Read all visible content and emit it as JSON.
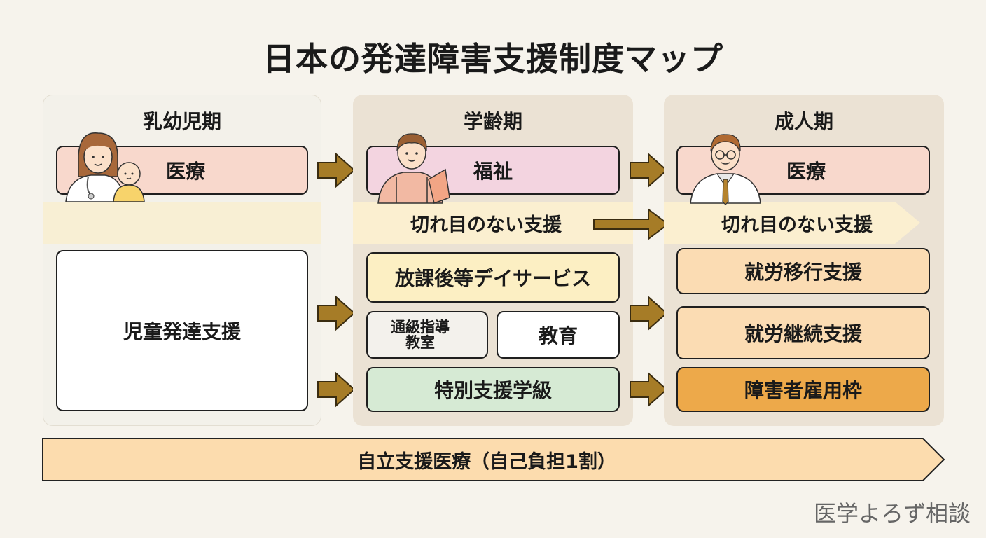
{
  "title": "日本の発達障害支援制度マップ",
  "columns": {
    "infant": {
      "title": "乳幼児期",
      "medical": "医療",
      "child_dev": "児童発達支援"
    },
    "school": {
      "title": "学齢期",
      "welfare": "福祉",
      "band": "切れ目のない支援",
      "after_school": "放課後等デイサービス",
      "resource_room_line1": "通級指導",
      "resource_room_line2": "教室",
      "education": "教育",
      "special_class": "特別支援学級"
    },
    "adult": {
      "title": "成人期",
      "medical": "医療",
      "band": "切れ目のない支援",
      "transition": "就労移行支援",
      "continuation": "就労継続支援",
      "employment": "障害者雇用枠"
    }
  },
  "bottom_banner": "自立支援医療（自己負担1割）",
  "watermark": "医学よろず相談",
  "colors": {
    "arrow": "#a67c27",
    "medical": "#f8d8cc",
    "welfare": "#f3d4e0",
    "employment": "#eda94a"
  }
}
